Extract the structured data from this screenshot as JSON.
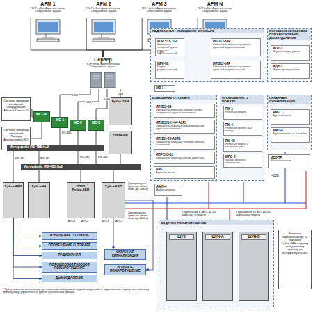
{
  "diagram": {
    "nodes": [
      {
        "text": [
          "АРМ 1",
          "ПО FireSec Администратор, Оперативная задача"
        ]
      },
      {
        "text": [
          "АРМ 2",
          "ПО FireSec Администратор, Оперативная задача"
        ]
      },
      {
        "text": [
          "АРМ 3",
          "ПО FireSec Администратор, Оперативная задача"
        ]
      },
      {
        "text": [
          "АРМ N",
          "ПО FireSec Администратор, Оперативная задача"
        ]
      },
      {
        "text": [
          "Сервер",
          "ПО FireSec Администратор, Оперативная задача"
        ]
      },
      {
        "text": [
          "Системы передачи извещений Оборудование Advance Contact ID"
        ]
      },
      {
        "text": [
          "Системы передачи извещений Ланкорд Альтернатива ОКО"
        ]
      },
      {
        "text": [
          "МС-ТР"
        ]
      },
      {
        "text": [
          "МС-1"
        ]
      },
      {
        "text": [
          "МС-2"
        ]
      },
      {
        "text": [
          "МС-3"
        ]
      },
      {
        "text": [
          "Рубеж-2АМ"
        ]
      },
      {
        "text": [
          "Рубеж-БИ"
        ]
      },
      {
        "text": [
          "Интерфейс RS-485 №2"
        ]
      },
      {
        "text": [
          "Интерфейс RS-485 №1"
        ]
      },
      {
        "text": [
          "Рубеж-2АМ"
        ]
      },
      {
        "text": [
          "Рубеж-4А"
        ]
      },
      {
        "text": [
          "ППКП Рубеж-2АМ"
        ]
      },
      {
        "text": [
          "Рубеж-2ОП"
        ]
      },
      {
        "text": [
          "ИЗВЕЩЕНИЕ О ПОЖАРЕ"
        ]
      },
      {
        "text": [
          "ОПОВЕЩЕНИЕ О ПОЖАРЕ"
        ]
      },
      {
        "text": [
          "РАДИОКАНАЛ"
        ]
      },
      {
        "text": [
          "ПОРОШКОВОЕ/ГАЗОВОЕ ПОЖАРОТУШЕНИЕ"
        ]
      },
      {
        "text": [
          "ДЫМОУДАЛЕНИЕ"
        ]
      },
      {
        "text": [
          "ОХРАННАЯ СИГНАЛИЗАЦИЯ"
        ]
      },
      {
        "text": [
          "ВОДЯНОЕ ПОЖАРОТУШЕНИЕ"
        ]
      },
      {
        "text": [
          "РАДИОКАНАЛ - ИЗВЕЩЕНИЕ О ПОЖАРЕ"
        ]
      },
      {
        "text": [
          "ИПР 513-11Р",
          "Извещатель пожарный ручной адресный радиоканальный"
        ],
        "in": 26
      },
      {
        "text": [
          "МРК-30",
          "Модуль радиоканальный"
        ],
        "in": 26
      },
      {
        "text": [
          "ИП 212-64Р",
          "Извещатель пожарный дымовой адресный радиоканальный"
        ],
        "in": 26
      },
      {
        "text": [
          "ИП 212-64Р",
          "Извещатель пожарный дымовой адресный радиоканальный"
        ],
        "in": 26
      },
      {
        "text": [
          "ПОРОШКОВОЕ/ГАЗОВОЕ ПОЖАРОТУШЕНИЕ, ДЫМОУДАЛЕНИЕ"
        ]
      },
      {
        "text": [
          "МПТ-1",
          "Модуль пожаротушения"
        ],
        "in": 31
      },
      {
        "text": [
          "МДУ-1",
          "Модуль дымоудаления"
        ],
        "in": 31
      },
      {
        "text": [
          "ИЗ-1"
        ]
      },
      {
        "text": [
          "ИЗВЕЩЕНИЕ О ПОЖАРЕ"
        ]
      },
      {
        "text": [
          "ИП 212-64",
          "Извещатель пожарный дымовой оптико-электронный адресно-аналоговый"
        ],
        "in": 35
      },
      {
        "text": [
          "ИП 212/101-64-A2R1",
          "Извещатель пожарный комбинированный адресно-аналоговый"
        ],
        "in": 35
      },
      {
        "text": [
          "ИП 101-29-A3R1",
          "Извещатель пожарный тепловой адресно-аналоговый"
        ],
        "in": 35
      },
      {
        "text": [
          "ИПР 513-11",
          "Извещатель пожарный ручной адресный"
        ],
        "in": 35
      },
      {
        "text": [
          "АМ-1",
          "Адресная метка"
        ],
        "in": 35
      },
      {
        "text": [
          "ОПОВЕЩЕНИЕ О ПОЖАРЕ"
        ]
      },
      {
        "text": [
          "РМ-1",
          "Релейный модуль"
        ],
        "in": 41
      },
      {
        "text": [
          "РМ-4",
          "Релейный модуль на 4 выхода"
        ],
        "in": 41
      },
      {
        "text": [
          "РМ-4К",
          "Релейный модуль с контролем цепи"
        ],
        "in": 41
      },
      {
        "text": [
          "МРО-2",
          "Модуль речевого оповещения"
        ],
        "in": 41
      },
      {
        "text": [
          "ОХРАННАЯ СИГНАЛИЗАЦИЯ"
        ]
      },
      {
        "text": [
          "АМ-1",
          "Адресная метка"
        ],
        "in": 46
      },
      {
        "text": [
          "АМП-4",
          "Адресная метка на 4 шлейфа"
        ],
        "in": 46
      },
      {
        "text": [
          "ИВЭПР",
          "Источник питания"
        ]
      },
      {
        "text": [
          "АМП-4",
          "Адресная метка"
        ]
      },
      {
        "text": [
          "ВОДЯНОЕ ПОЖАРОТУШЕНИЕ"
        ]
      },
      {
        "text": [
          "ШУЗ"
        ],
        "in": 51
      },
      {
        "text": [
          "ШУН-А"
        ],
        "in": 51
      },
      {
        "text": [
          "ШУН-В"
        ],
        "in": 51
      },
      {
        "text": [
          "Возможно подключение до 10 приборов Рубеж-2АМ к одному центральному прибору по интерфейсу RS-485"
        ]
      }
    ],
    "edges": [
      {
        "from": 0,
        "to": 4,
        "arrow": "none"
      },
      {
        "from": 1,
        "to": 4,
        "arrow": "none"
      },
      {
        "from": 2,
        "to": 4,
        "arrow": "none"
      },
      {
        "from": 3,
        "to": 4,
        "arrow": "none"
      },
      {
        "from": 4,
        "to": 8,
        "label": "USB",
        "arrow": "none"
      },
      {
        "from": 4,
        "to": 9,
        "label": "USB",
        "arrow": "none"
      },
      {
        "from": 4,
        "to": 10,
        "label": "USB",
        "arrow": "none"
      },
      {
        "from": 4,
        "to": 11,
        "label": "USB",
        "arrow": "none"
      },
      {
        "from": 5,
        "to": 7,
        "arrow": "none"
      },
      {
        "from": 6,
        "to": 7,
        "arrow": "none"
      },
      {
        "from": 8,
        "to": 13,
        "arrow": "none"
      },
      {
        "from": 9,
        "to": 14,
        "arrow": "none"
      },
      {
        "from": 10,
        "to": 14,
        "arrow": "none"
      },
      {
        "from": 12,
        "to": 14,
        "arrow": "none"
      },
      {
        "from": 13,
        "to": 15,
        "arrow": "none"
      },
      {
        "from": 13,
        "to": 16,
        "arrow": "none"
      },
      {
        "from": 14,
        "to": 17,
        "arrow": "none"
      },
      {
        "from": 14,
        "to": 18,
        "arrow": "none"
      },
      {
        "from": 15,
        "to": 19,
        "arrow": "to"
      },
      {
        "from": 15,
        "to": 20,
        "arrow": "to"
      },
      {
        "from": 15,
        "to": 21,
        "arrow": "to"
      },
      {
        "from": 15,
        "to": 22,
        "arrow": "to"
      },
      {
        "from": 15,
        "to": 23,
        "arrow": "to"
      },
      {
        "from": 18,
        "to": 24,
        "arrow": "to"
      },
      {
        "from": 18,
        "to": 25,
        "arrow": "to"
      }
    ],
    "labels": [
      "LAN",
      "RS-485",
      "RS-485",
      "RS-485",
      "RS-485",
      "RS-485",
      "АЛС1",
      "АЛС2",
      "АЛС1",
      "АЛС2",
      "Двухпроводная адресная линия связи (до 1000 м)",
      "Двухпроводная адресная линия связи (до 1000 м)",
      "Подключение к 1 АЛС до 250 адресных устройств",
      "Подключение к 1 АЛС до 250 адресных устройств",
      "* При переменных связях между центральными приборами интерфейсных устройств, подключенных к одному центральному прибору, могут управляться от другого центрального прибора",
      "~12В"
    ]
  }
}
